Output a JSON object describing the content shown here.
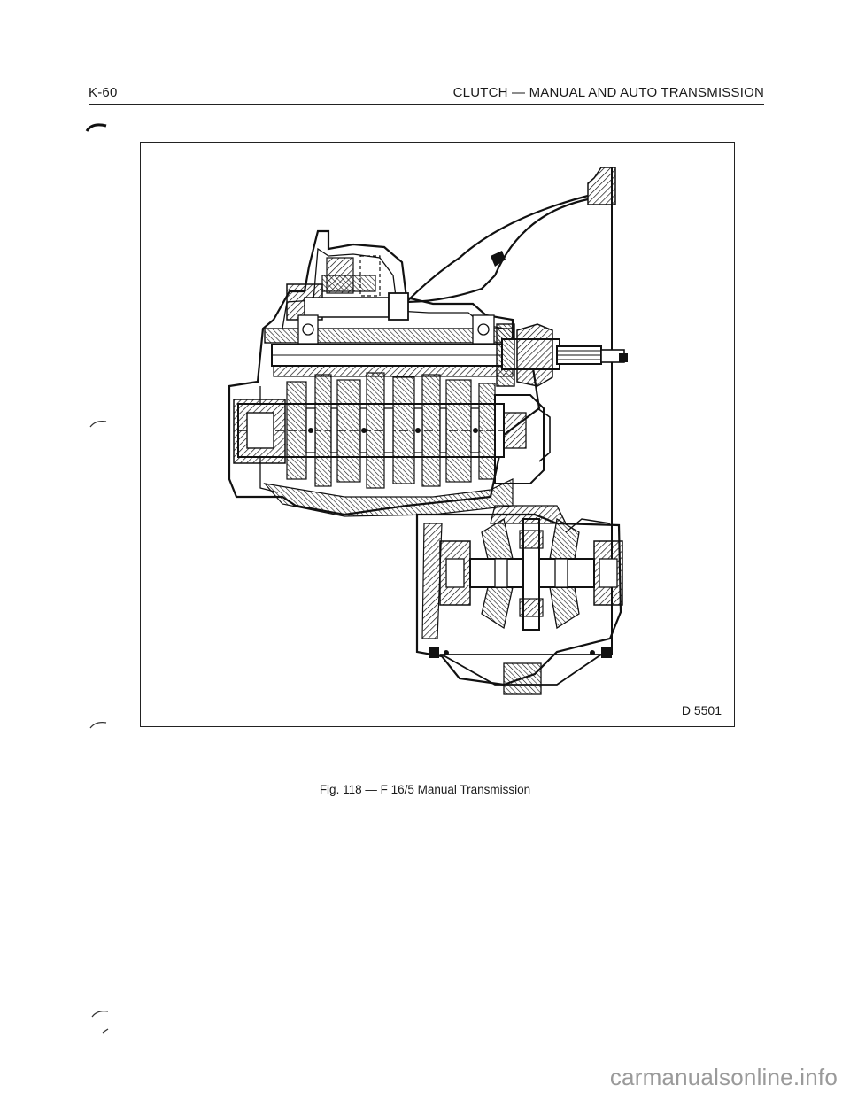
{
  "header": {
    "page_number": "K-60",
    "section_title": "CLUTCH — MANUAL AND AUTO TRANSMISSION"
  },
  "figure": {
    "drawing_code": "D 5501",
    "caption": "Fig. 118 — F 16/5 Manual Transmission"
  },
  "watermark": "carmanualsonline.info"
}
